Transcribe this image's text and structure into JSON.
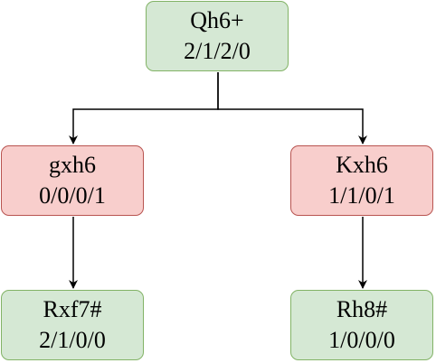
{
  "tree": {
    "root": {
      "move": "Qh6+",
      "stats": "2/1/2/0",
      "status": "green"
    },
    "left": {
      "move": "gxh6",
      "stats": "0/0/0/1",
      "status": "red"
    },
    "right": {
      "move": "Kxh6",
      "stats": "1/1/0/1",
      "status": "red"
    },
    "left_child": {
      "move": "Rxf7#",
      "stats": "2/1/0/0",
      "status": "green"
    },
    "right_child": {
      "move": "Rh8#",
      "stats": "1/0/0/0",
      "status": "green"
    }
  },
  "colors": {
    "green_fill": "#d5e8d4",
    "green_border": "#82b366",
    "red_fill": "#f8cecc",
    "red_border": "#b85450",
    "edge": "#000000"
  }
}
